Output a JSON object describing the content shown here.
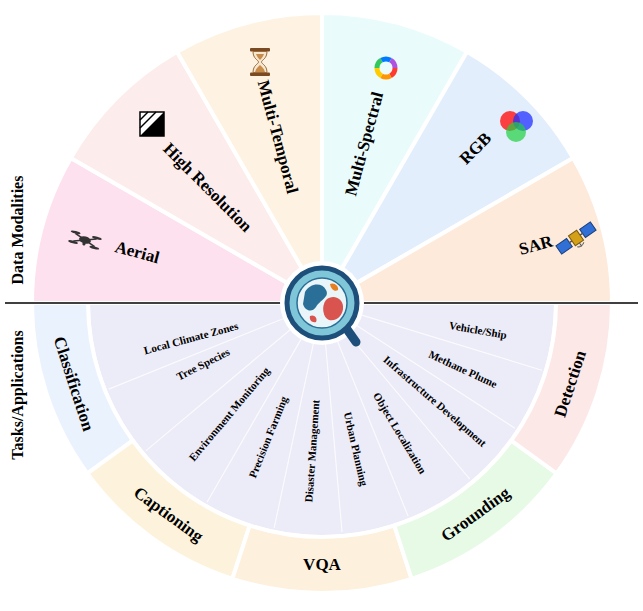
{
  "diagram": {
    "nodes": [
      {
        "text": [
          "Aerial"
        ]
      },
      {
        "text": [
          "High Resolution"
        ]
      },
      {
        "text": [
          "Multi-Temporal"
        ]
      },
      {
        "text": [
          "Multi-Spectral"
        ]
      },
      {
        "text": [
          "RGB"
        ]
      },
      {
        "text": [
          "SAR"
        ]
      },
      {
        "text": [
          "Classification"
        ]
      },
      {
        "text": [
          "Captioning"
        ]
      },
      {
        "text": [
          "VQA"
        ]
      },
      {
        "text": [
          "Grounding"
        ]
      },
      {
        "text": [
          "Detection"
        ]
      }
    ],
    "labels": [
      "Data Modalities",
      "Tasks/Applications",
      "Local Climate Zones",
      "Tree Species",
      "Environment Monitoring",
      "Precision Farming",
      "Disaster Management",
      "Urban Planning",
      "Object Localization",
      "Infrastructure Development",
      "Methane Plume",
      "Vehicle/Ship"
    ]
  }
}
